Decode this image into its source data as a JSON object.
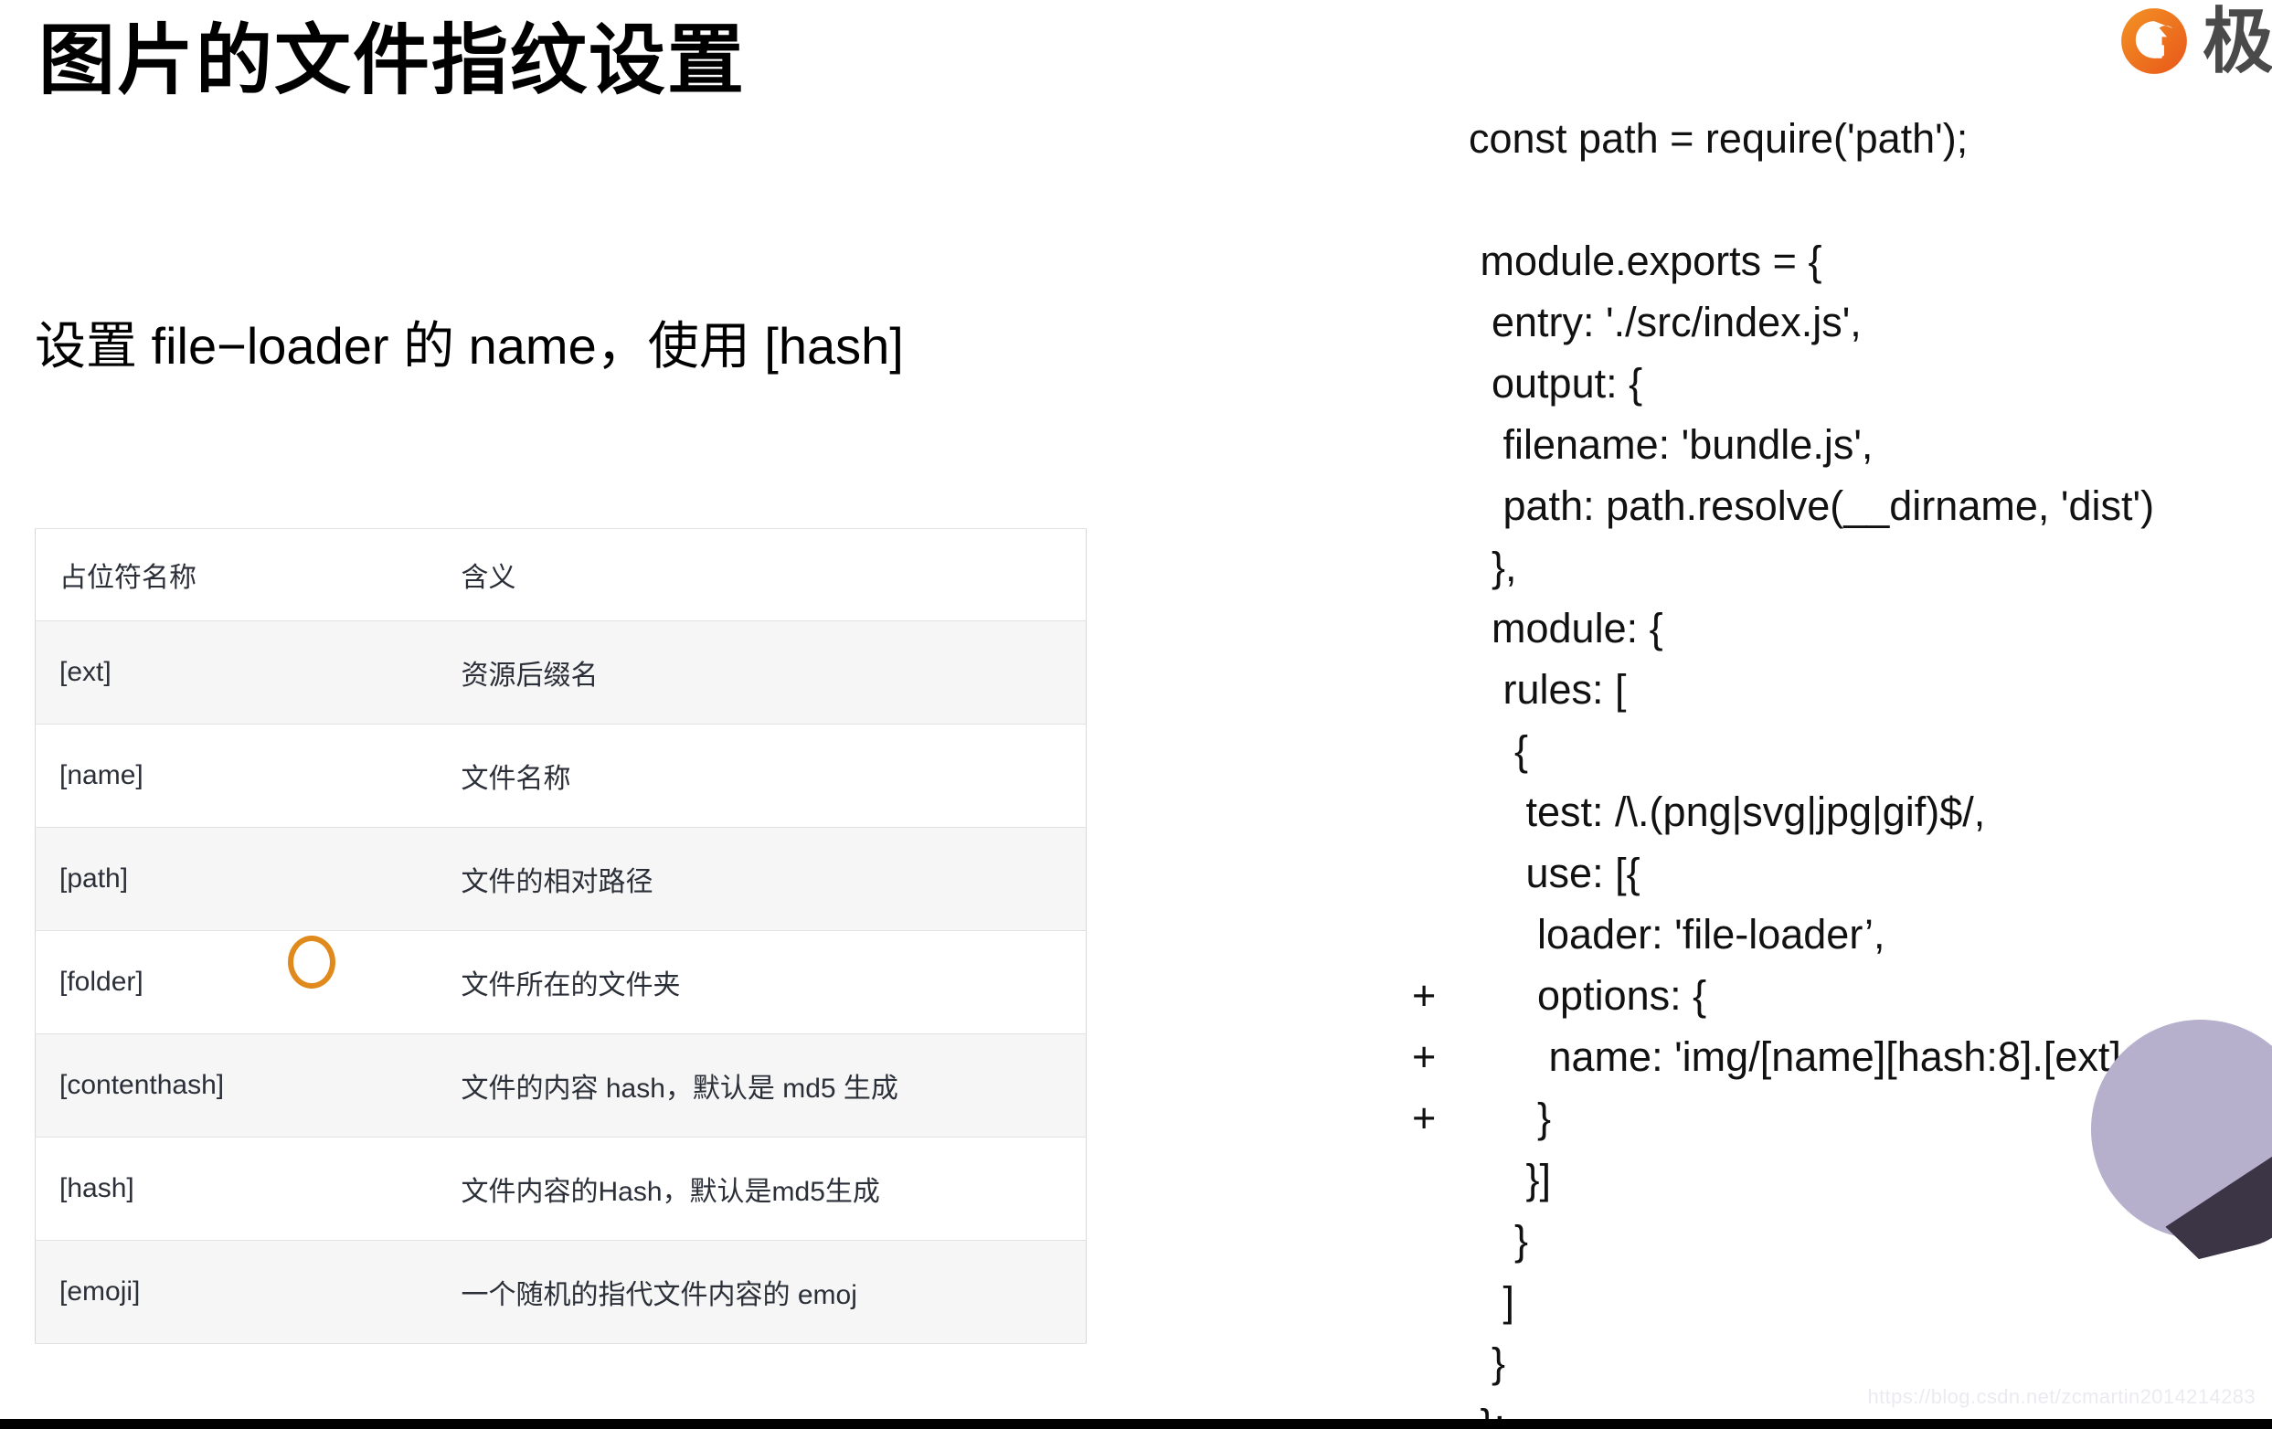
{
  "slide": {
    "title": "图片的文件指纹设置",
    "subtitle": "设置 file−loader 的 name，使用 [hash]",
    "background_color": "#ffffff",
    "bottom_bar_color": "#000000"
  },
  "logo": {
    "mark_name": "geekbang-logo-icon",
    "mark_color": "#ef6c1a",
    "text": "极",
    "text_color": "#4a4a4a"
  },
  "table": {
    "headers": [
      "占位符名称",
      "含义"
    ],
    "rows": [
      {
        "placeholder": "[ext]",
        "meaning": "资源后缀名"
      },
      {
        "placeholder": "[name]",
        "meaning": "文件名称"
      },
      {
        "placeholder": "[path]",
        "meaning": "文件的相对路径"
      },
      {
        "placeholder": "[folder]",
        "meaning": "文件所在的文件夹"
      },
      {
        "placeholder": "[contenthash]",
        "meaning": "文件的内容 hash，默认是 md5 生成"
      },
      {
        "placeholder": "[hash]",
        "meaning": "文件内容的Hash，默认是md5生成"
      },
      {
        "placeholder": "[emoji]",
        "meaning": "一个随机的指代文件内容的 emoj"
      }
    ],
    "border_color": "#e2e2e2",
    "alt_row_color": "#f6f6f6"
  },
  "annotation": {
    "shape": "circle",
    "color": "#e08a1e",
    "target_row": "[folder]"
  },
  "code": {
    "lines": [
      {
        "marker": "",
        "text": "const path = require('path');"
      },
      {
        "marker": "",
        "text": ""
      },
      {
        "marker": "",
        "text": " module.exports = {"
      },
      {
        "marker": "",
        "text": "  entry: './src/index.js',"
      },
      {
        "marker": "",
        "text": "  output: {"
      },
      {
        "marker": "",
        "text": "   filename: 'bundle.js',"
      },
      {
        "marker": "",
        "text": "   path: path.resolve(__dirname, 'dist')"
      },
      {
        "marker": "",
        "text": "  },"
      },
      {
        "marker": "",
        "text": "  module: {"
      },
      {
        "marker": "",
        "text": "   rules: ["
      },
      {
        "marker": "",
        "text": "    {"
      },
      {
        "marker": "",
        "text": "     test: /\\.(png|svg|jpg|gif)$/,"
      },
      {
        "marker": "",
        "text": "     use: [{"
      },
      {
        "marker": "",
        "text": "      loader: 'file-loader’,"
      },
      {
        "marker": "+",
        "text": "      options: {"
      },
      {
        "marker": "+",
        "text": "       name: 'img/[name][hash:8].[ext] '"
      },
      {
        "marker": "+",
        "text": "      }"
      },
      {
        "marker": "",
        "text": "     }]"
      },
      {
        "marker": "",
        "text": "    }"
      },
      {
        "marker": "",
        "text": "   ]"
      },
      {
        "marker": "",
        "text": "  }"
      },
      {
        "marker": "",
        "text": " };"
      }
    ]
  },
  "watermark": {
    "text": "https://blog.csdn.net/zcmartin2014214283"
  }
}
